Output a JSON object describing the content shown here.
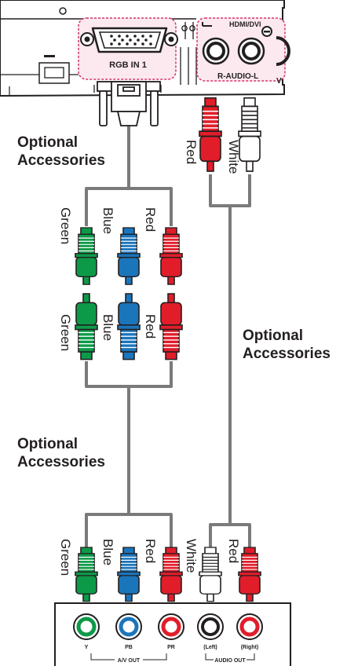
{
  "ports": {
    "rgb_in_label": "RGB IN 1",
    "hdmi_label": "HDMI/DVI",
    "audio_in_label": "R-AUDIO-L",
    "v_label": "V"
  },
  "captions": {
    "top_left": [
      "Optional",
      "Accessories"
    ],
    "middle_left": [
      "Optional",
      "Accessories"
    ],
    "right": [
      "Optional",
      "Accessories"
    ]
  },
  "plug_labels": {
    "audio_top": [
      "Red",
      "White"
    ],
    "component_upper": [
      "Green",
      "Blue",
      "Red"
    ],
    "component_lower": [
      "Green",
      "Blue",
      "Red"
    ],
    "source_plugs": [
      "Green",
      "Blue",
      "Red",
      "White",
      "Red"
    ]
  },
  "source_device": {
    "jack_labels": [
      "Y",
      "PB",
      "PR",
      "(Left)",
      "(Right)"
    ],
    "group_av": "A/V OUT",
    "group_audio": "AUDIO OUT"
  },
  "colors": {
    "green": "#0d9a48",
    "blue": "#1b75bb",
    "red": "#e11d2a",
    "white": "#ffffff",
    "cable": "#7a7a7a",
    "outline": "#231f20",
    "highlight_border": "#d8336b",
    "highlight_fill": "#fbe9ef"
  }
}
